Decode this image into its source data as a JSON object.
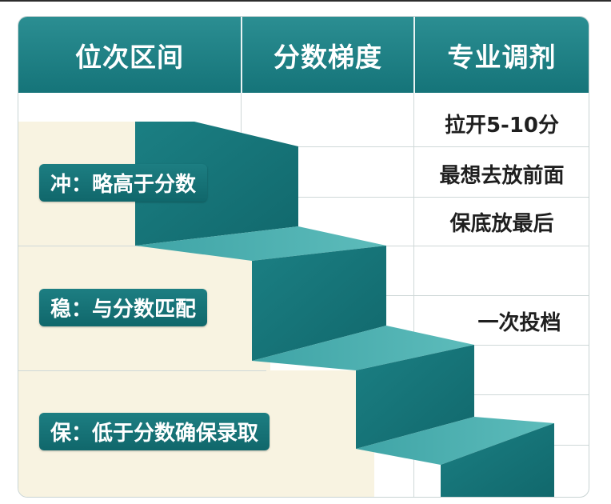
{
  "header": {
    "columns": [
      "位次区间",
      "分数梯度",
      "专业调剂"
    ]
  },
  "tiers": [
    {
      "label": "冲：略高于分数"
    },
    {
      "label": "稳：与分数匹配"
    },
    {
      "label": "保：低于分数确保录取"
    }
  ],
  "notes": [
    "拉开5-10分",
    "最想去放前面",
    "保底放最后",
    "一次投档"
  ],
  "colors": {
    "header_teal": "#1a7b80",
    "step_front": "#17767a",
    "step_top": "#4db0b0",
    "pill_bg": "#136d71",
    "cream": "#f8f3e1"
  }
}
